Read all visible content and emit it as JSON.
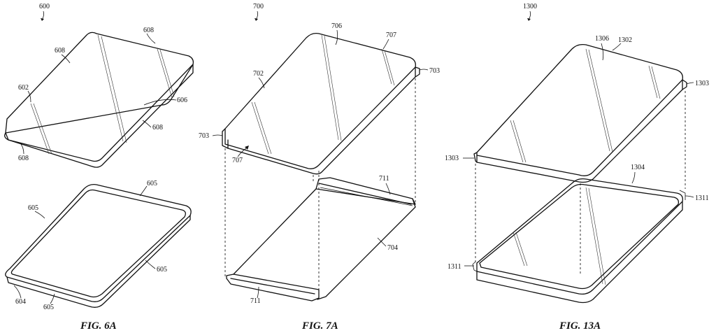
{
  "figures": [
    {
      "caption": "FIG. 6A",
      "ref": "600",
      "labels": [
        "608",
        "608",
        "602",
        "606",
        "608",
        "608",
        "605",
        "605",
        "605",
        "604",
        "605"
      ]
    },
    {
      "caption": "FIG. 7A",
      "ref": "700",
      "labels": [
        "706",
        "707",
        "702",
        "703",
        "703",
        "707",
        "711",
        "704",
        "711"
      ]
    },
    {
      "caption": "FIG. 13A",
      "ref": "1300",
      "labels": [
        "1306",
        "1302",
        "1303",
        "1303",
        "1304",
        "1311",
        "1311"
      ]
    }
  ]
}
